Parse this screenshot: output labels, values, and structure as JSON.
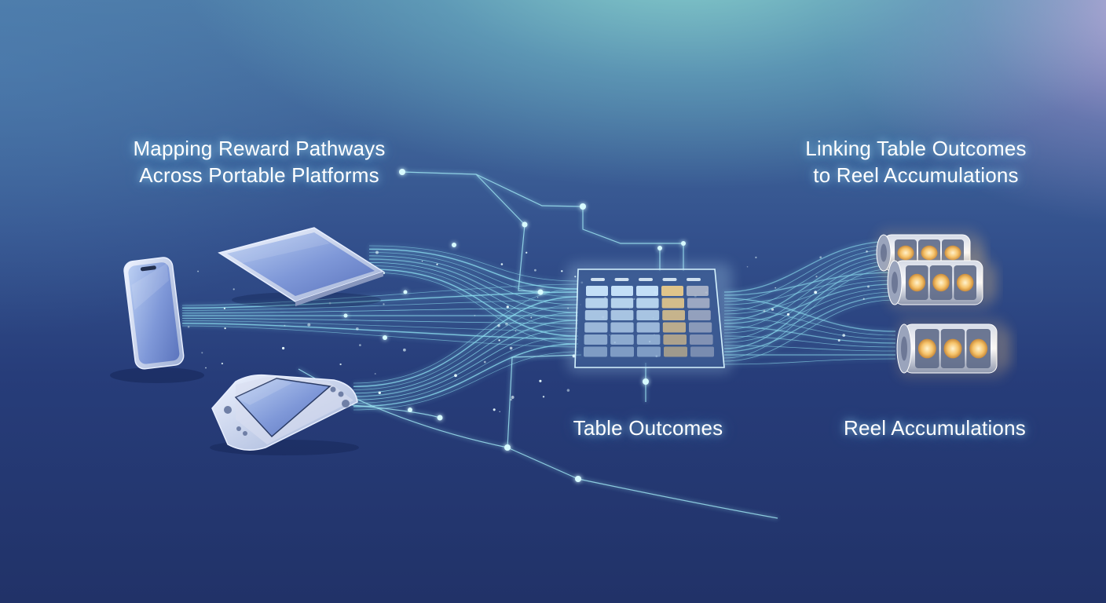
{
  "labels": {
    "top_left": {
      "line1": "Mapping Reward Pathways",
      "line2": "Across Portable Platforms"
    },
    "top_right": {
      "line1": "Linking Table Outcomes",
      "line2": "to Reel Accumulations"
    },
    "table": "Table Outcomes",
    "reels": "Reel Accumulations"
  },
  "devices": [
    "phone-icon",
    "tablet-icon",
    "handheld-console-icon"
  ],
  "hub": "table-grid-icon",
  "reel_targets": [
    "slot-reel-icon",
    "slot-reel-icon",
    "slot-reel-icon"
  ],
  "colors": {
    "glow": "#aee9ff",
    "line": "#8fe3f2",
    "node": "#d8fbff",
    "table_warm": "#f3d08a",
    "reel_glow": "#ffcf80"
  },
  "table_grid": {
    "rows": 6,
    "cols": 5
  }
}
